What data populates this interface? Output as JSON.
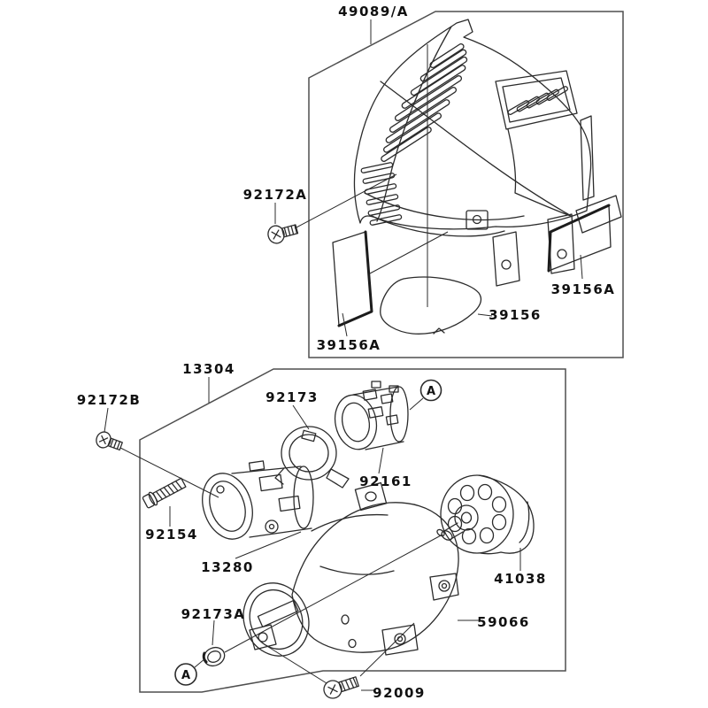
{
  "diagram": {
    "type": "exploded-parts-diagram",
    "background": "#ffffff",
    "line_color": "#2b2b2b",
    "box_line_color": "#4f4f4f",
    "label_color": "#111111",
    "assembly_boxes": [
      {
        "part_number": "49089/A"
      },
      {
        "part_number": "13304"
      }
    ],
    "labels": [
      {
        "id": "assembly-top",
        "text": "49089/A"
      },
      {
        "id": "screw-92172a",
        "text": "92172A"
      },
      {
        "id": "pad-39156a-right",
        "text": "39156A"
      },
      {
        "id": "pad-39156",
        "text": "39156"
      },
      {
        "id": "pad-39156a-left",
        "text": "39156A"
      },
      {
        "id": "assembly-bottom",
        "text": "13304"
      },
      {
        "id": "screw-92172b",
        "text": "92172B"
      },
      {
        "id": "holder-92173",
        "text": "92173"
      },
      {
        "id": "damper-92161",
        "text": "92161"
      },
      {
        "id": "bolt-92154",
        "text": "92154"
      },
      {
        "id": "housing-13280",
        "text": "13280"
      },
      {
        "id": "clutch-41038",
        "text": "41038"
      },
      {
        "id": "case-59066",
        "text": "59066"
      },
      {
        "id": "ring-92173a",
        "text": "92173A"
      },
      {
        "id": "screw-92009",
        "text": "92009"
      },
      {
        "id": "callout-a-top",
        "text": "A"
      },
      {
        "id": "callout-a-bottom",
        "text": "A"
      }
    ]
  }
}
